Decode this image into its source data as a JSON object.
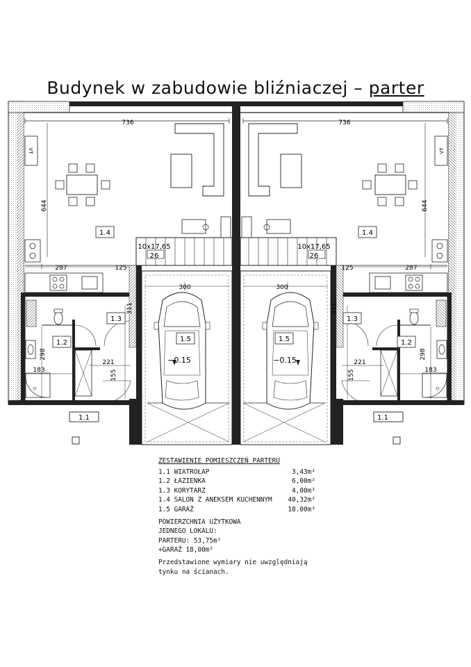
{
  "title": {
    "main": "Budynek w zabudowie bliźniaczej – ",
    "underlined": "parter"
  },
  "dims": {
    "width_total": "736",
    "height_living": "644",
    "kitchen_w": "287",
    "hall_w": "125",
    "garage_w": "300",
    "corridor_h": "311",
    "bath_h": "298",
    "bath_w": "183",
    "corridor_w": "221",
    "door_h": "155"
  },
  "stairs": {
    "size": "10x17,65",
    "steps": "26"
  },
  "level": "−0.15",
  "rooms": {
    "r11": "1.1",
    "r12": "1.2",
    "r13": "1.3",
    "r14": "1.4",
    "r15": "1.5"
  },
  "vent": "VT",
  "summary": {
    "heading": "ZESTAWIENIE POMIESZCZEŃ PARTERU",
    "rows": [
      {
        "name": "1.1 WIATROŁAP",
        "area": "3,43m²"
      },
      {
        "name": "1.2 ŁAZIENKA",
        "area": "6,00m²"
      },
      {
        "name": "1.3 KORYTARZ",
        "area": "4,00m²"
      },
      {
        "name": "1.4 SALON Z ANEKSEM KUCHENNYM",
        "area": "40,32m²"
      },
      {
        "name": "1.5 GARAŻ",
        "area": "18.00m²"
      }
    ],
    "usable_1": "POWIERZCHNIA UŻYTKOWA",
    "usable_2": "JEDNEGO LOKALU:",
    "usable_3": "PARTERU: 53,75m²",
    "usable_4": "+GARAŻ 18,00m²",
    "note_1": "Przedstawione wymiary nie uwzględniają",
    "note_2": "tynku na ścianach."
  }
}
